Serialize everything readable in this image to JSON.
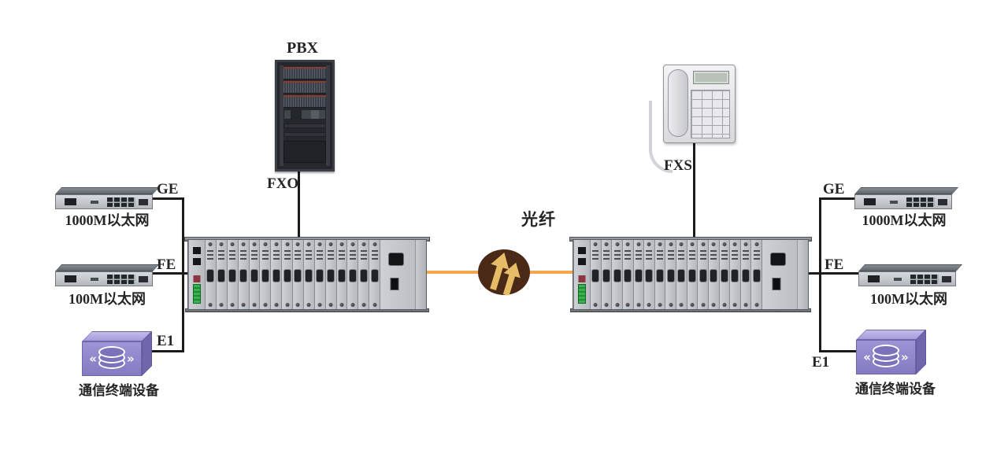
{
  "diagram": {
    "fiber_label": "光纤",
    "left": {
      "pbx_label": "PBX",
      "fxo_label": "FXO",
      "ge_label": "GE",
      "fe_label": "FE",
      "e1_label": "E1",
      "ge_switch": "1000M以太网",
      "fe_switch": "100M以太网",
      "terminal": "通信终端设备"
    },
    "right": {
      "fxs_label": "FXS",
      "ge_label": "GE",
      "fe_label": "FE",
      "e1_label": "E1",
      "ge_switch": "1000M以太网",
      "fe_switch": "100M以太网",
      "terminal": "通信终端设备"
    },
    "colors": {
      "line": "#1B1B1B",
      "fiber_line": "#F2A64E",
      "fiber_icon_bg": "#4A2A16",
      "fiber_icon_arrow": "#E6BD66",
      "terminal_box": "#8F86C9",
      "chassis": "#B7BBBF"
    }
  }
}
